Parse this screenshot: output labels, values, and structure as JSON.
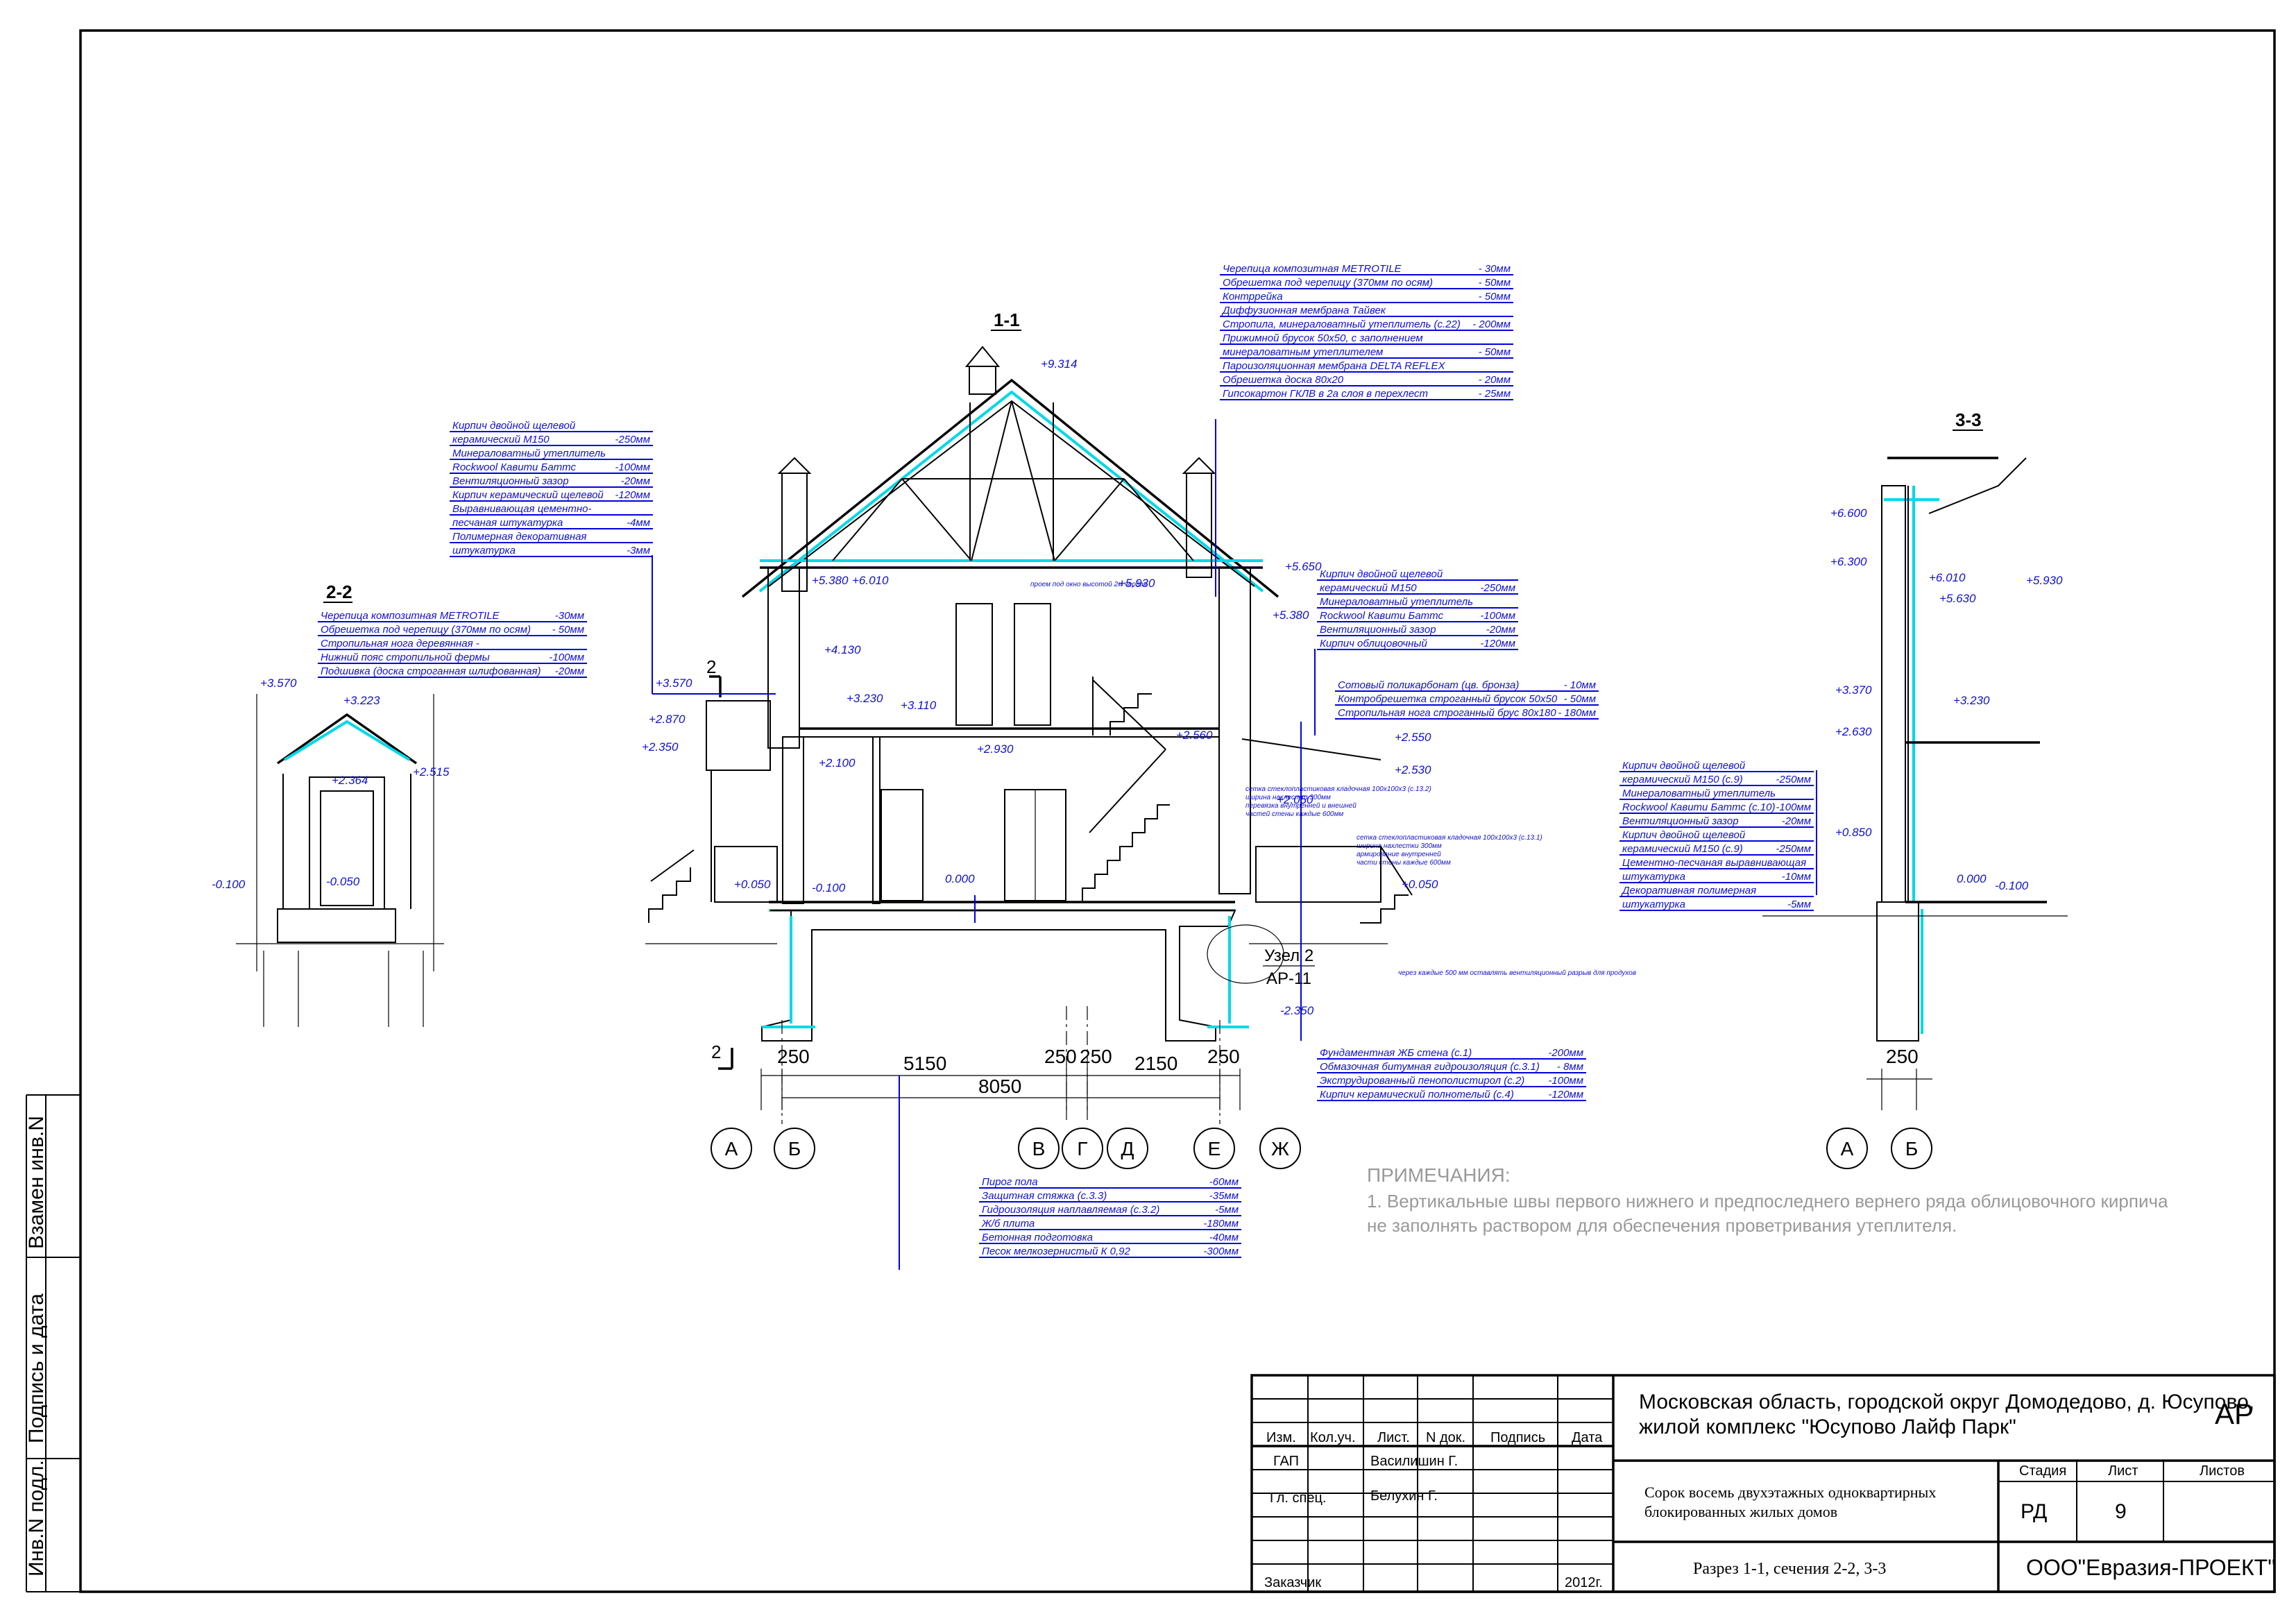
{
  "sections": {
    "s11": "1-1",
    "s22": "2-2",
    "s33": "3-3",
    "cut_marker": "2"
  },
  "elevations": {
    "e9314": "+9.314",
    "e6600": "+6.600",
    "e6300": "+6.300",
    "e6010": "+6.010",
    "e6010b": "+6.010",
    "e5930": "+5.930",
    "e5930b": "+5.930",
    "e5650": "+5.650",
    "e5630": "+5.630",
    "e5380": "+5.380",
    "e5380b": "+5.380",
    "e4130": "+4.130",
    "e3570": "+3.570",
    "e3570b": "+3.570",
    "e3370": "+3.370",
    "e3230": "+3.230",
    "e3230b": "+3.230",
    "e3223": "+3.223",
    "e3110": "+3.110",
    "e2930": "+2.930",
    "e2870": "+2.870",
    "e2630": "+2.630",
    "e2560": "+2.560",
    "e2550": "+2.550",
    "e2530": "+2.530",
    "e2515": "+2.515",
    "e2364": "+2.364",
    "e2350": "+2.350",
    "e2350b": "-2.350",
    "e2100": "+2.100",
    "e2050": "+2.050",
    "e0850": "+0.850",
    "e0050": "+0.050",
    "e0050b": "+0.050",
    "e0050n": "-0.050",
    "e0000": "0.000",
    "e0000b": "0.000",
    "em0100a": "-0.100",
    "em0100b": "-0.100",
    "em0100c": "-0.100"
  },
  "dims": {
    "d250a": "250",
    "d5150": "5150",
    "d250b": "250",
    "d250c": "250",
    "d2150": "2150",
    "d250d": "250",
    "d8050": "8050",
    "d250e": "250"
  },
  "axes": {
    "s11": [
      "А",
      "Б",
      "В",
      "Г",
      "Д",
      "Е",
      "Ж"
    ],
    "s33": [
      "А",
      "Б"
    ]
  },
  "node": {
    "label": "Узел 2",
    "sheet": "АР-11"
  },
  "annotations": {
    "roof_top": [
      [
        "Черепица композитная METROTILE",
        "- 30мм"
      ],
      [
        "Обрешетка под черепицу (370мм по осям)",
        "- 50мм"
      ],
      [
        "Контррейка",
        "- 50мм"
      ],
      [
        "Диффузионная мембрана Тайвек",
        ""
      ],
      [
        "Стропила, минераловатный утеплитель (с.22)",
        "- 200мм"
      ],
      [
        "Прижимной брусок 50х50, с заполнением",
        ""
      ],
      [
        "минераловатным утеплителем",
        "- 50мм"
      ],
      [
        "Пароизоляционная мембрана DELTA REFLEX",
        ""
      ],
      [
        "Обрешетка доска 80х20",
        "- 20мм"
      ],
      [
        "Гипсокартон ГКЛВ в 2а слоя в перехлест",
        "- 25мм"
      ]
    ],
    "wall_left": [
      [
        "Кирпич двойной щелевой",
        ""
      ],
      [
        "керамический М150",
        "-250мм"
      ],
      [
        "Минераловатный утеплитель",
        ""
      ],
      [
        "Rockwool Кавити Баттс",
        "-100мм"
      ],
      [
        "Вентиляционный зазор",
        "-20мм"
      ],
      [
        "Кирпич керамический щелевой",
        "-120мм"
      ],
      [
        "Выравнивающая цементно-",
        ""
      ],
      [
        "песчаная штукатурка",
        "-4мм"
      ],
      [
        "Полимерная декоративная",
        ""
      ],
      [
        "штукатурка",
        "-3мм"
      ]
    ],
    "canopy_22": [
      [
        "Черепица композитная METROTILE",
        "-30мм"
      ],
      [
        "Обрешетка под черепицу (370мм по осям)",
        "- 50мм"
      ],
      [
        "Стропильная нога деревянная -",
        ""
      ],
      [
        "Нижний пояс стропильной фермы",
        "-100мм"
      ],
      [
        "Подшивка (доска строганная шлифованная)",
        "-20мм"
      ]
    ],
    "wall_right": [
      [
        "Кирпич двойной щелевой",
        ""
      ],
      [
        "керамический М150",
        "-250мм"
      ],
      [
        "Минераловатный утеплитель",
        ""
      ],
      [
        "Rockwool Кавити Баттс",
        "-100мм"
      ],
      [
        "Вентиляционный зазор",
        "-20мм"
      ],
      [
        "Кирпич облицовочный",
        "-120мм"
      ]
    ],
    "polycarb": [
      [
        "Сотовый поликарбонат  (цв. бронза)",
        "- 10мм"
      ],
      [
        "Контробрешетка строганный брусок 50х50",
        "- 50мм"
      ],
      [
        "Стропильная нога строганный брус 80х180",
        "- 180мм"
      ]
    ],
    "wall_33": [
      [
        "Кирпич двойной щелевой",
        ""
      ],
      [
        "керамический М150 (с.9)",
        "-250мм"
      ],
      [
        "Минераловатный утеплитель",
        ""
      ],
      [
        "Rockwool Кавити Баттс (с.10)",
        "-100мм"
      ],
      [
        "Вентиляционный зазор",
        "-20мм"
      ],
      [
        "Кирпич двойной щелевой",
        ""
      ],
      [
        "керамический М150 (с.9)",
        "-250мм"
      ],
      [
        "Цементно-песчаная выравнивающая",
        ""
      ],
      [
        "штукатурка",
        "-10мм"
      ],
      [
        "Декоративная полимерная",
        ""
      ],
      [
        "штукатурка",
        "-5мм"
      ]
    ],
    "foundation": [
      [
        "Фундаментная ЖБ стена (с.1)",
        "-200мм"
      ],
      [
        "Обмазочная битумная гидроизоляция (с.3.1)",
        "- 8мм"
      ],
      [
        "Экструдированный пенополистирол (с.2)",
        "-100мм"
      ],
      [
        "Кирпич керамический полнотелый (с.4)",
        "-120мм"
      ]
    ],
    "floor": [
      [
        "Пирог пола",
        "-60мм"
      ],
      [
        "Защитная стяжка (с.3.3)",
        "-35мм"
      ],
      [
        "Гидроизоляция наплавляемая (с.3.2)",
        "-5мм"
      ],
      [
        "Ж/б плита",
        "-180мм"
      ],
      [
        "Бетонная подготовка",
        "-40мм"
      ],
      [
        "Песок мелкозернистый К 0,92",
        "-300мм"
      ]
    ],
    "small_notes": {
      "window_note": "проем под окно высотой 2м чердак",
      "reinforce1": "сетка стеклопластиковая кладочная 100х100х3 (с.13.2)",
      "reinforce1b": "ширина нахлестки 300мм",
      "reinforce1c": "перевязка внутренней и внешней",
      "reinforce1d": "частей стены каждые 600мм",
      "reinforce2": "сетка стеклопластиковая кладочная 100х100х3 (с.13.1)",
      "reinforce2b": "ширина нахлестки 300мм",
      "reinforce2c": "армирование внутренней",
      "reinforce2d": "части стены каждые 600мм",
      "vent_note": "через каждые 500 мм оставлять вентиляционный разрыв для продухов"
    }
  },
  "notes": {
    "title": "ПРИМЕЧАНИЯ:",
    "line1": "1. Вертикальные швы первого нижнего и предпоследнего вернего ряда облицовочного кирпича",
    "line2": "не заполнять раствором для обеспечения проветривания утеплителя."
  },
  "margin": {
    "vzamen": "Взамен инв.N",
    "podpis": "Подпись и дата",
    "inv": "Инв.N подл."
  },
  "title_block": {
    "col_izm": "Изм.",
    "col_kol": "Кол.уч.",
    "col_list": "Лист.",
    "col_ndok": "N док.",
    "col_podpis": "Подпись",
    "col_data": "Дата",
    "row_gap": "ГАП",
    "row_gap_name": "Василишин Г.",
    "row_spec": "Гл. спец.",
    "row_spec_name": "Белухин Г.",
    "row_customer": "Заказчик",
    "year": "2012г.",
    "project_line1": "Московская область, городской округ Домодедово, д. Юсупово,",
    "project_line2": "жилой комплекс \"Юсупово Лайф Парк\"",
    "code": "АР",
    "object_line1": "Сорок восемь двухэтажных одноквартирных",
    "object_line2": "блокированных жилых домов",
    "stage_label": "Стадия",
    "sheet_label": "Лист",
    "sheets_label": "Листов",
    "stage": "РД",
    "sheet": "9",
    "sheets": "",
    "drawing_title": "Разрез 1-1, сечения 2-2, 3-3",
    "company": "ООО\"Евразия-ПРОЕКТ\""
  }
}
